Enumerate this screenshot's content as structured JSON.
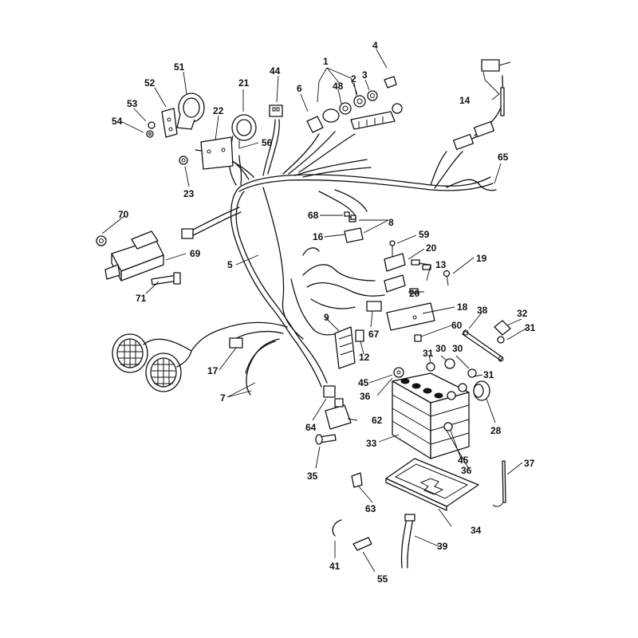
{
  "diagram": {
    "callouts": [
      {
        "id": "c1",
        "text": "1"
      },
      {
        "id": "c2",
        "text": "2"
      },
      {
        "id": "c3",
        "text": "3"
      },
      {
        "id": "c4",
        "text": "4"
      },
      {
        "id": "c5",
        "text": "5"
      },
      {
        "id": "c6",
        "text": "6"
      },
      {
        "id": "c7",
        "text": "7"
      },
      {
        "id": "c8",
        "text": "8"
      },
      {
        "id": "c9",
        "text": "9"
      },
      {
        "id": "c12",
        "text": "12"
      },
      {
        "id": "c13",
        "text": "13"
      },
      {
        "id": "c14",
        "text": "14"
      },
      {
        "id": "c16",
        "text": "16"
      },
      {
        "id": "c17",
        "text": "17"
      },
      {
        "id": "c18",
        "text": "18"
      },
      {
        "id": "c19",
        "text": "19"
      },
      {
        "id": "c20a",
        "text": "20"
      },
      {
        "id": "c20b",
        "text": "20"
      },
      {
        "id": "c21",
        "text": "21"
      },
      {
        "id": "c22",
        "text": "22"
      },
      {
        "id": "c23",
        "text": "23"
      },
      {
        "id": "c28",
        "text": "28"
      },
      {
        "id": "c30a",
        "text": "30"
      },
      {
        "id": "c30b",
        "text": "30"
      },
      {
        "id": "c31a",
        "text": "31"
      },
      {
        "id": "c31b",
        "text": "31"
      },
      {
        "id": "c31c",
        "text": "31"
      },
      {
        "id": "c32",
        "text": "32"
      },
      {
        "id": "c33",
        "text": "33"
      },
      {
        "id": "c34",
        "text": "34"
      },
      {
        "id": "c35",
        "text": "35"
      },
      {
        "id": "c36a",
        "text": "36"
      },
      {
        "id": "c36b",
        "text": "36"
      },
      {
        "id": "c37",
        "text": "37"
      },
      {
        "id": "c38",
        "text": "38"
      },
      {
        "id": "c39",
        "text": "39"
      },
      {
        "id": "c41",
        "text": "41"
      },
      {
        "id": "c44",
        "text": "44"
      },
      {
        "id": "c45a",
        "text": "45"
      },
      {
        "id": "c45b",
        "text": "45"
      },
      {
        "id": "c48",
        "text": "48"
      },
      {
        "id": "c51",
        "text": "51"
      },
      {
        "id": "c52",
        "text": "52"
      },
      {
        "id": "c53",
        "text": "53"
      },
      {
        "id": "c54",
        "text": "54"
      },
      {
        "id": "c55",
        "text": "55"
      },
      {
        "id": "c56",
        "text": "56"
      },
      {
        "id": "c59",
        "text": "59"
      },
      {
        "id": "c60",
        "text": "60"
      },
      {
        "id": "c62",
        "text": "62"
      },
      {
        "id": "c63",
        "text": "63"
      },
      {
        "id": "c64",
        "text": "64"
      },
      {
        "id": "c65",
        "text": "65"
      },
      {
        "id": "c67",
        "text": "67"
      },
      {
        "id": "c68",
        "text": "68"
      },
      {
        "id": "c69",
        "text": "69"
      },
      {
        "id": "c70",
        "text": "70"
      },
      {
        "id": "c71",
        "text": "71"
      }
    ]
  }
}
